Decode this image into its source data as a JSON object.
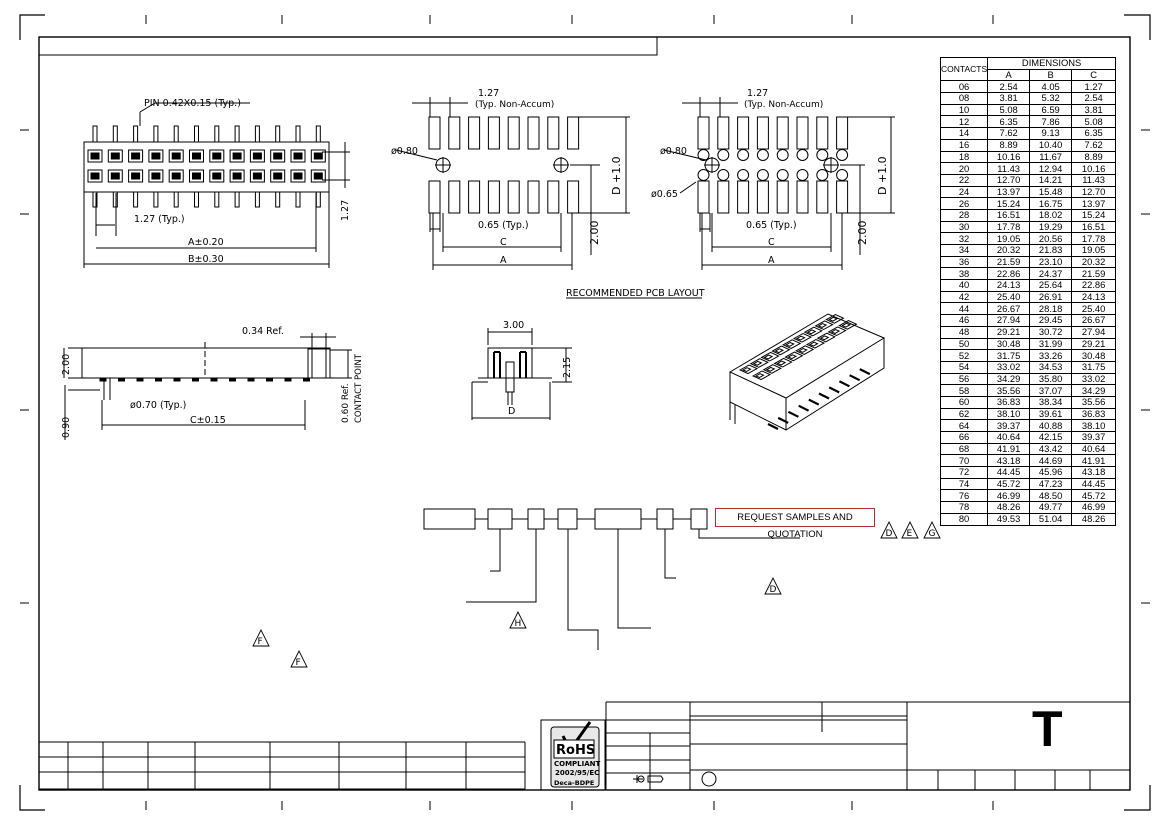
{
  "drawing": {
    "pin_label": "PIN 0.42X0.15 (Typ.)",
    "pitch_typ": "1.27 (Typ.)",
    "dim_a": "A±0.20",
    "dim_b": "B±0.30",
    "dim_127_side": "1.27",
    "pcb_pitch": "1.27",
    "pcb_pitch_note": "(Typ. Non-Accum)",
    "hole_080": "ø0.80",
    "hole_065": "ø0.65",
    "pad_width": "0.65 (Typ.)",
    "dim_c": "C",
    "dim_a_plain": "A",
    "dim_d_tol": "D +1.0",
    "dim_200": "2.00",
    "pcb_title": "RECOMMENDED PCB LAYOUT",
    "ref_034": "0.34 Ref.",
    "side_200": "2.00",
    "side_090": "0.90",
    "post_dia": "ø0.70 (Typ.)",
    "dim_c_tol": "C±0.15",
    "ref_060": "0.60 Ref.",
    "contact_point": "CONTACT POINT",
    "end_300": "3.00",
    "end_215": "2.15",
    "end_d": "D",
    "request": "REQUEST SAMPLES AND QUOTATION",
    "rev_d": "D",
    "rev_e": "E",
    "rev_g": "G",
    "rev_h": "H",
    "rev_f": "F",
    "series_mark": "T",
    "rohs_1": "RoHS",
    "rohs_2": "COMPLIANT",
    "rohs_3": "2002/95/EC",
    "rohs_4": "Deca-BDPE"
  },
  "table": {
    "headers": {
      "contacts": "CONTACTS",
      "dimensions": "DIMENSIONS",
      "a": "A",
      "b": "B",
      "c": "C"
    },
    "rows": [
      [
        "06",
        "2.54",
        "4.05",
        "1.27"
      ],
      [
        "08",
        "3.81",
        "5.32",
        "2.54"
      ],
      [
        "10",
        "5.08",
        "6.59",
        "3.81"
      ],
      [
        "12",
        "6.35",
        "7.86",
        "5.08"
      ],
      [
        "14",
        "7.62",
        "9.13",
        "6.35"
      ],
      [
        "16",
        "8.89",
        "10.40",
        "7.62"
      ],
      [
        "18",
        "10.16",
        "11.67",
        "8.89"
      ],
      [
        "20",
        "11.43",
        "12.94",
        "10.16"
      ],
      [
        "22",
        "12.70",
        "14.21",
        "11.43"
      ],
      [
        "24",
        "13.97",
        "15.48",
        "12.70"
      ],
      [
        "26",
        "15.24",
        "16.75",
        "13.97"
      ],
      [
        "28",
        "16.51",
        "18.02",
        "15.24"
      ],
      [
        "30",
        "17.78",
        "19.29",
        "16.51"
      ],
      [
        "32",
        "19.05",
        "20.56",
        "17.78"
      ],
      [
        "34",
        "20.32",
        "21.83",
        "19.05"
      ],
      [
        "36",
        "21.59",
        "23.10",
        "20.32"
      ],
      [
        "38",
        "22.86",
        "24.37",
        "21.59"
      ],
      [
        "40",
        "24.13",
        "25.64",
        "22.86"
      ],
      [
        "42",
        "25.40",
        "26.91",
        "24.13"
      ],
      [
        "44",
        "26.67",
        "28.18",
        "25.40"
      ],
      [
        "46",
        "27.94",
        "29.45",
        "26.67"
      ],
      [
        "48",
        "29.21",
        "30.72",
        "27.94"
      ],
      [
        "50",
        "30.48",
        "31.99",
        "29.21"
      ],
      [
        "52",
        "31.75",
        "33.26",
        "30.48"
      ],
      [
        "54",
        "33.02",
        "34.53",
        "31.75"
      ],
      [
        "56",
        "34.29",
        "35.80",
        "33.02"
      ],
      [
        "58",
        "35.56",
        "37.07",
        "34.29"
      ],
      [
        "60",
        "36.83",
        "38.34",
        "35.56"
      ],
      [
        "62",
        "38.10",
        "39.61",
        "36.83"
      ],
      [
        "64",
        "39.37",
        "40.88",
        "38.10"
      ],
      [
        "66",
        "40.64",
        "42.15",
        "39.37"
      ],
      [
        "68",
        "41.91",
        "43.42",
        "40.64"
      ],
      [
        "70",
        "43.18",
        "44.69",
        "41.91"
      ],
      [
        "72",
        "44.45",
        "45.96",
        "43.18"
      ],
      [
        "74",
        "45.72",
        "47.23",
        "44.45"
      ],
      [
        "76",
        "46.99",
        "48.50",
        "45.72"
      ],
      [
        "78",
        "48.26",
        "49.77",
        "46.99"
      ],
      [
        "80",
        "49.53",
        "51.04",
        "48.26"
      ]
    ]
  }
}
